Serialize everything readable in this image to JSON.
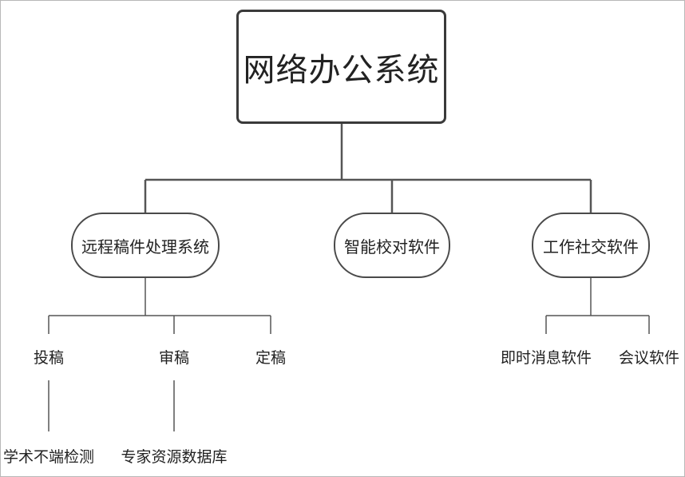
{
  "root": {
    "label": "网络办公系统"
  },
  "branches": [
    {
      "label": "远程稿件处理系统",
      "children": [
        {
          "label": "投稿",
          "children": [
            {
              "label": "学术不端检测"
            }
          ]
        },
        {
          "label": "审稿",
          "children": [
            {
              "label": "专家资源数据库"
            }
          ]
        },
        {
          "label": "定稿",
          "children": []
        }
      ]
    },
    {
      "label": "智能校对软件",
      "children": []
    },
    {
      "label": "工作社交软件",
      "children": [
        {
          "label": "即时消息软件",
          "children": []
        },
        {
          "label": "会议软件",
          "children": []
        }
      ]
    }
  ],
  "colors": {
    "line": "#555555",
    "border": "#3a3a3a",
    "text": "#222222"
  }
}
